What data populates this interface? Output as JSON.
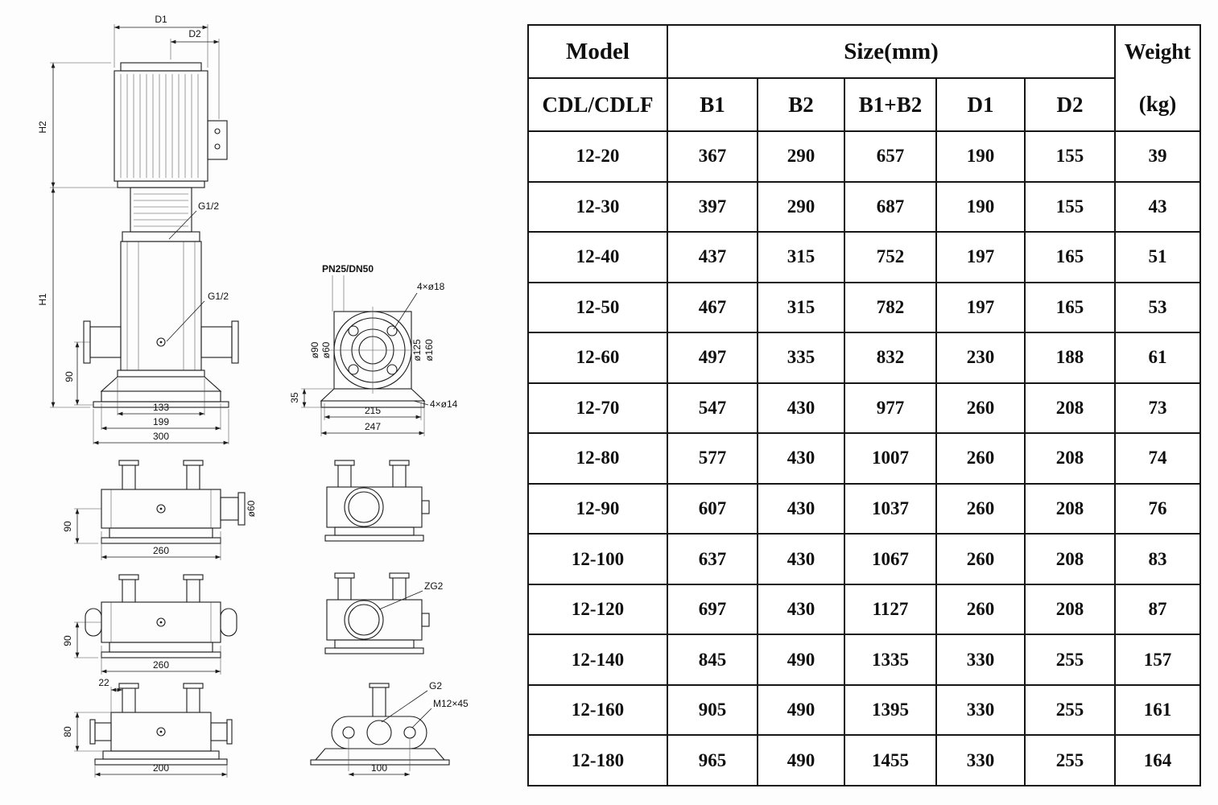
{
  "colors": {
    "ink": "#1c1c1c",
    "background": "#fdfdfd"
  },
  "drawing": {
    "main": {
      "d1": "D1",
      "d2": "D2",
      "h2": "H2",
      "h1": "H1",
      "g12_top": "G1/2",
      "g12_mid": "G1/2",
      "dim_90": "90",
      "dim_133": "133",
      "dim_199": "199",
      "dim_300": "300"
    },
    "flange": {
      "title": "PN25/DN50",
      "bolts_top": "4×ø18",
      "dia_90": "ø90",
      "dia_60": "ø60",
      "dia_125": "ø125",
      "dia_160": "ø160",
      "dim_35": "35",
      "dim_215": "215",
      "dim_247": "247",
      "bolts_bottom": "4×ø14"
    },
    "row2": {
      "dim_90": "90",
      "dim_260": "260",
      "dia_60": "ø60"
    },
    "row3": {
      "dim_90": "90",
      "dim_260": "260",
      "port": "ZG2"
    },
    "row4": {
      "dim_22": "22",
      "dim_80": "80",
      "dim_200": "200",
      "port": "G2",
      "bolt": "M12×45",
      "dim_100": "100"
    }
  },
  "table": {
    "header": {
      "model": "Model",
      "size": "Size(mm)",
      "weight": "Weight",
      "weight_unit": "(kg)",
      "model_sub": "CDL/CDLF",
      "size_cols": [
        "B1",
        "B2",
        "B1+B2",
        "D1",
        "D2"
      ]
    },
    "rows": [
      [
        "12-20",
        "367",
        "290",
        "657",
        "190",
        "155",
        "39"
      ],
      [
        "12-30",
        "397",
        "290",
        "687",
        "190",
        "155",
        "43"
      ],
      [
        "12-40",
        "437",
        "315",
        "752",
        "197",
        "165",
        "51"
      ],
      [
        "12-50",
        "467",
        "315",
        "782",
        "197",
        "165",
        "53"
      ],
      [
        "12-60",
        "497",
        "335",
        "832",
        "230",
        "188",
        "61"
      ],
      [
        "12-70",
        "547",
        "430",
        "977",
        "260",
        "208",
        "73"
      ],
      [
        "12-80",
        "577",
        "430",
        "1007",
        "260",
        "208",
        "74"
      ],
      [
        "12-90",
        "607",
        "430",
        "1037",
        "260",
        "208",
        "76"
      ],
      [
        "12-100",
        "637",
        "430",
        "1067",
        "260",
        "208",
        "83"
      ],
      [
        "12-120",
        "697",
        "430",
        "1127",
        "260",
        "208",
        "87"
      ],
      [
        "12-140",
        "845",
        "490",
        "1335",
        "330",
        "255",
        "157"
      ],
      [
        "12-160",
        "905",
        "490",
        "1395",
        "330",
        "255",
        "161"
      ],
      [
        "12-180",
        "965",
        "490",
        "1455",
        "330",
        "255",
        "164"
      ]
    ]
  }
}
